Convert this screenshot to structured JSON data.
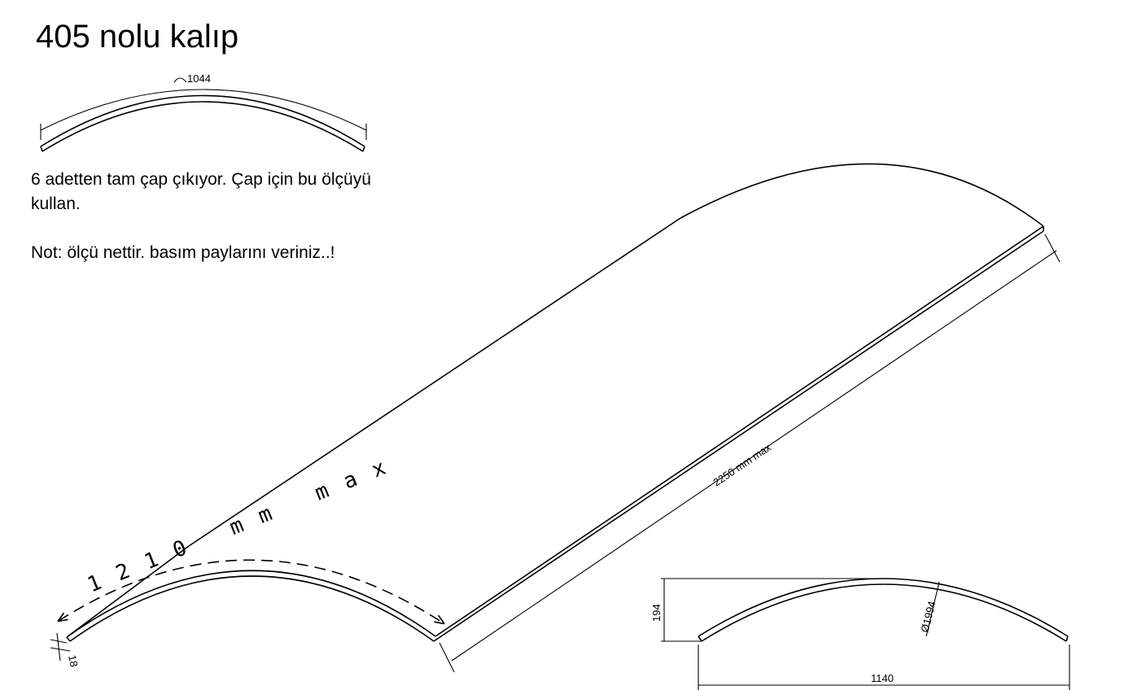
{
  "title": "405 nolu kalıp",
  "notes": {
    "line1": "6 adetten tam çap çıkıyor. Çap için bu ölçüyü kullan.",
    "line2": "Not: ölçü  nettir. basım paylarını veriniz..!"
  },
  "dimensions": {
    "arc_length_small": "1044",
    "arc_length_big": "1210 mm max",
    "length": "2250 mm max",
    "thickness": "18",
    "height": "194",
    "diameter": "Ø1994",
    "chord_width": "1140"
  }
}
